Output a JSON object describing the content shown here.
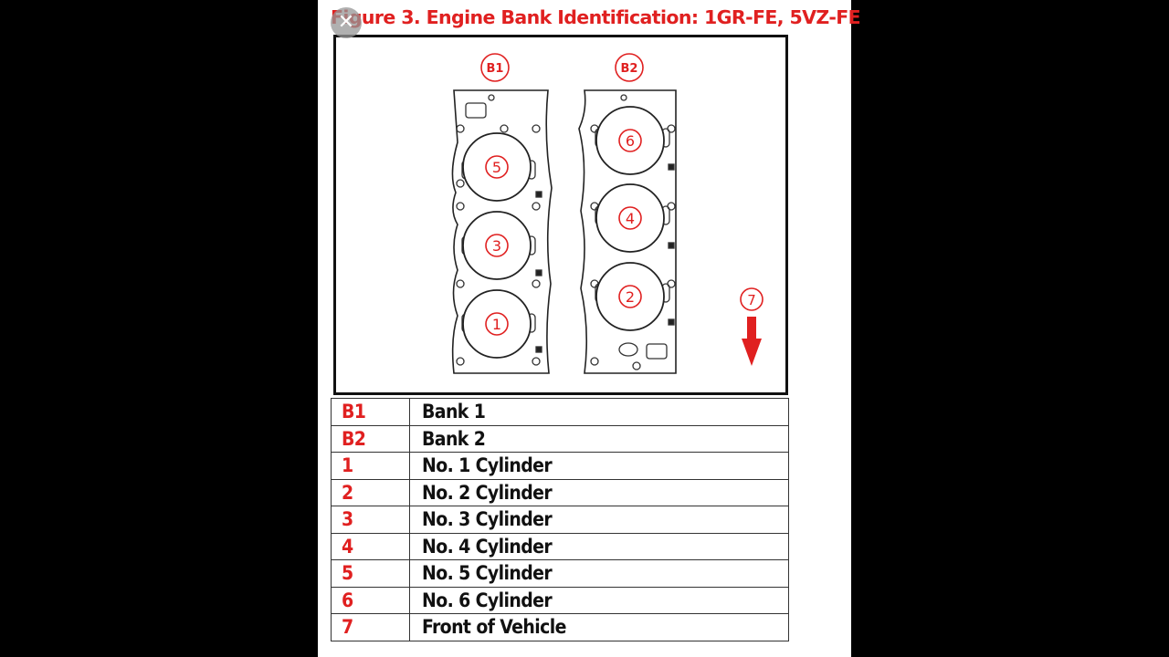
{
  "figure": {
    "title": "Figure 3. Engine Bank Identification: 1GR-FE, 5VZ-FE",
    "accent_color": "#e02020",
    "close_icon": "close-icon"
  },
  "diagram": {
    "bank_labels": [
      "B1",
      "B2"
    ],
    "bank1_cylinders": [
      "5",
      "3",
      "1"
    ],
    "bank2_cylinders": [
      "6",
      "4",
      "2"
    ],
    "front_label": "7",
    "front_arrow_icon": "arrow-down-icon"
  },
  "legend": [
    {
      "code": "B1",
      "description": "Bank 1"
    },
    {
      "code": "B2",
      "description": "Bank 2"
    },
    {
      "code": "1",
      "description": "No. 1 Cylinder"
    },
    {
      "code": "2",
      "description": "No. 2 Cylinder"
    },
    {
      "code": "3",
      "description": "No. 3 Cylinder"
    },
    {
      "code": "4",
      "description": "No. 4 Cylinder"
    },
    {
      "code": "5",
      "description": "No. 5 Cylinder"
    },
    {
      "code": "6",
      "description": "No. 6 Cylinder"
    },
    {
      "code": "7",
      "description": "Front of Vehicle"
    }
  ]
}
